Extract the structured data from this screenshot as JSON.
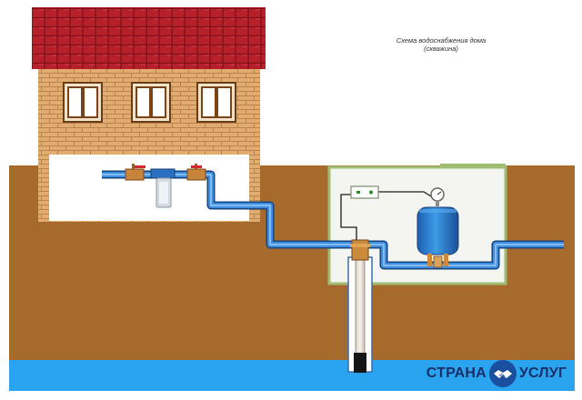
{
  "diagram": {
    "title": "Схема водоснабжения дома",
    "subtitle": "(скважина)"
  },
  "logo": {
    "left_word": "СТРАНА",
    "right_word": "УСЛУГ",
    "mark_icon": "handshake-icon"
  },
  "colors": {
    "roof": "#b5202b",
    "brick": "#e0a86c",
    "ground": "#a66a2c",
    "water": "#2aa4ee",
    "pipe": "#2d7fd6",
    "logo_text": "#1a2f6b"
  }
}
